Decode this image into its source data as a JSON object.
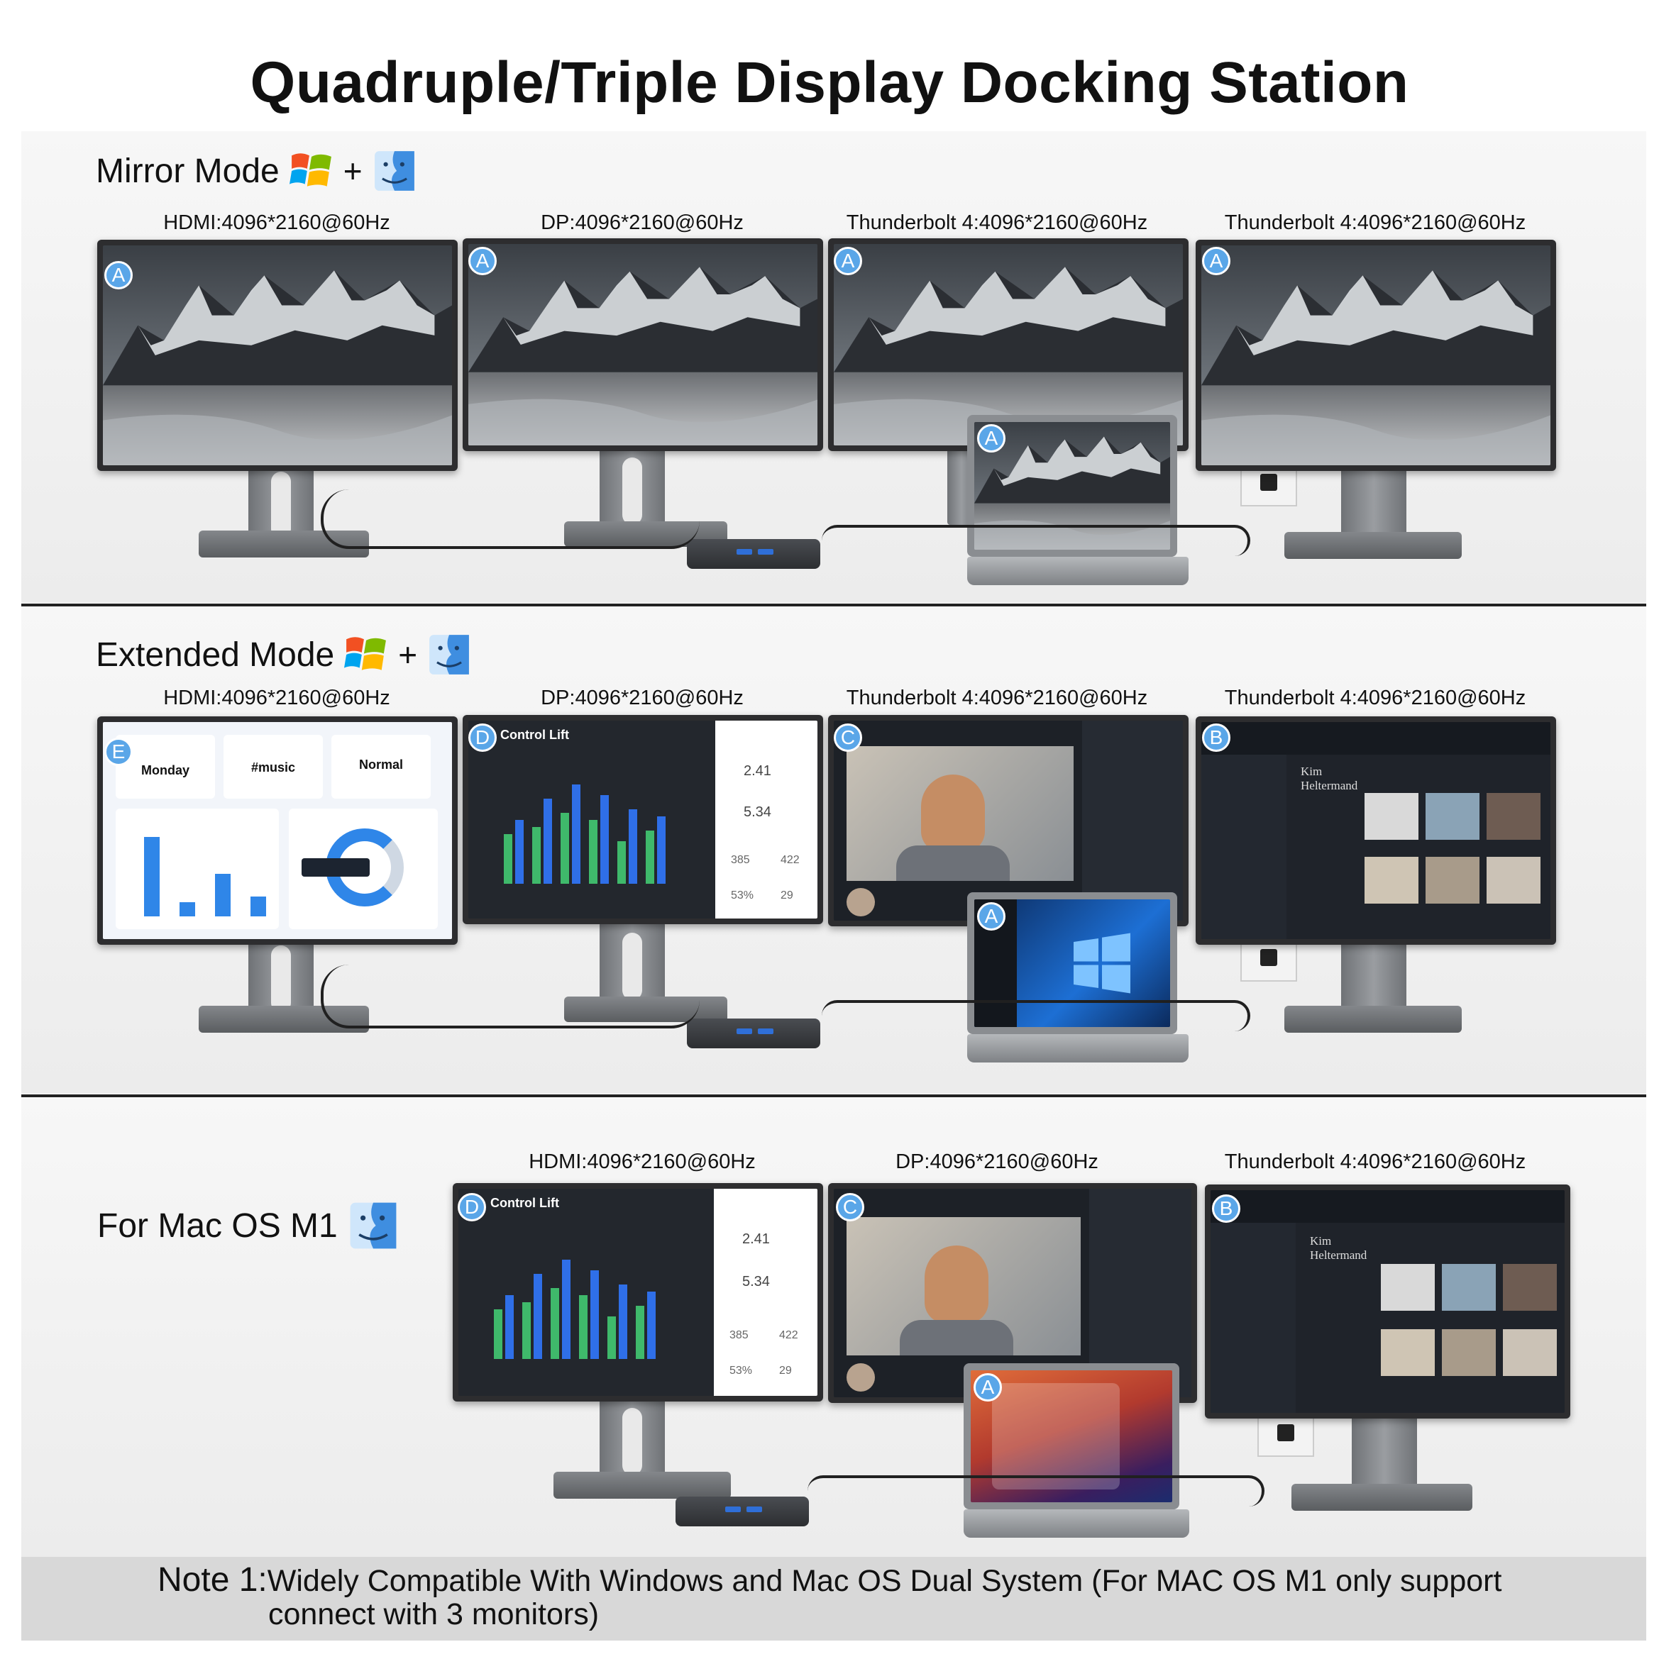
{
  "title": "Quadruple/Triple Display Docking Station",
  "sections": [
    {
      "label": "Mirror Mode",
      "plus": "+",
      "ports": [
        "HDMI:4096*2160@60Hz",
        "DP:4096*2160@60Hz",
        "Thunderbolt 4:4096*2160@60Hz",
        "Thunderbolt 4:4096*2160@60Hz"
      ],
      "badges": [
        "A",
        "A",
        "A",
        "A"
      ],
      "laptop_badge": "A"
    },
    {
      "label": "Extended Mode",
      "plus": "+",
      "ports": [
        "HDMI:4096*2160@60Hz",
        "DP:4096*2160@60Hz",
        "Thunderbolt 4:4096*2160@60Hz",
        "Thunderbolt 4:4096*2160@60Hz"
      ],
      "badges": [
        "E",
        "D",
        "C",
        "B"
      ],
      "laptop_badge": "A",
      "screen_e": {
        "cards": [
          "Monday",
          "#music",
          "Normal"
        ]
      },
      "screen_d": {
        "app": "Control Lift",
        "stat1": "2.41",
        "stat2": "5.34",
        "n1": "385",
        "n2": "422",
        "n3": "53%",
        "n4": "29"
      },
      "screen_b": {
        "name": "Kim Heltermand"
      }
    },
    {
      "label": "For Mac OS M1",
      "ports": [
        "HDMI:4096*2160@60Hz",
        "DP:4096*2160@60Hz",
        "Thunderbolt 4:4096*2160@60Hz"
      ],
      "badges": [
        "D",
        "C",
        "B"
      ],
      "laptop_badge": "A",
      "screen_d": {
        "app": "Control Lift",
        "stat1": "2.41",
        "stat2": "5.34",
        "n1": "385",
        "n2": "422",
        "n3": "53%",
        "n4": "29"
      },
      "screen_b": {
        "name": "Kim Heltermand"
      }
    }
  ],
  "note": {
    "prefix": "Note 1:",
    "line1": "Widely Compatible With Windows and Mac OS Dual System (For MAC OS M1 only support",
    "line2": "connect with 3  monitors)"
  }
}
